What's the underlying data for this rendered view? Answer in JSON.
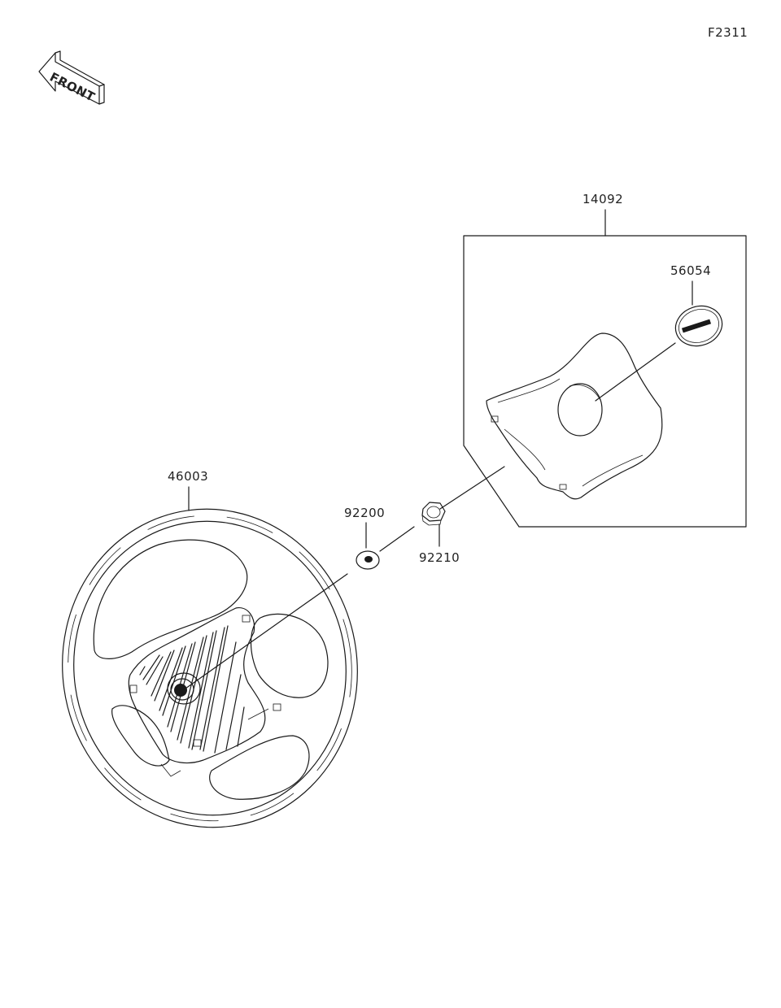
{
  "figure_code": "F2311",
  "front_arrow_text": "FRONT",
  "parts": {
    "cover": "14092",
    "emblem": "56054",
    "steering_wheel": "46003",
    "washer": "92200",
    "nut": "92210"
  }
}
